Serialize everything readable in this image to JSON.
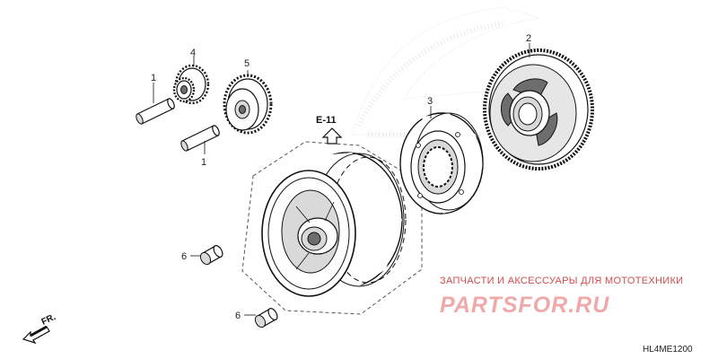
{
  "callouts": {
    "c1_top": "1",
    "c1_bottom": "1",
    "c2": "2",
    "c3": "3",
    "c4": "4",
    "c5": "5",
    "c6_top": "6",
    "c6_bottom": "6"
  },
  "reference": {
    "label": "E-11"
  },
  "direction": {
    "label": "FR."
  },
  "diagram_code": "HL4ME1200",
  "watermark": {
    "tagline": "ЗАПЧАСТИ И АКСЕССУАРЫ ДЛЯ МОТОТЕХНИКИ",
    "logo": "PARTSFOR.RU"
  },
  "colors": {
    "line": "#111111",
    "watermark_red": "#d24b4b",
    "watermark_pink": "#f0a9a9",
    "shade": "#d9d9d9"
  }
}
